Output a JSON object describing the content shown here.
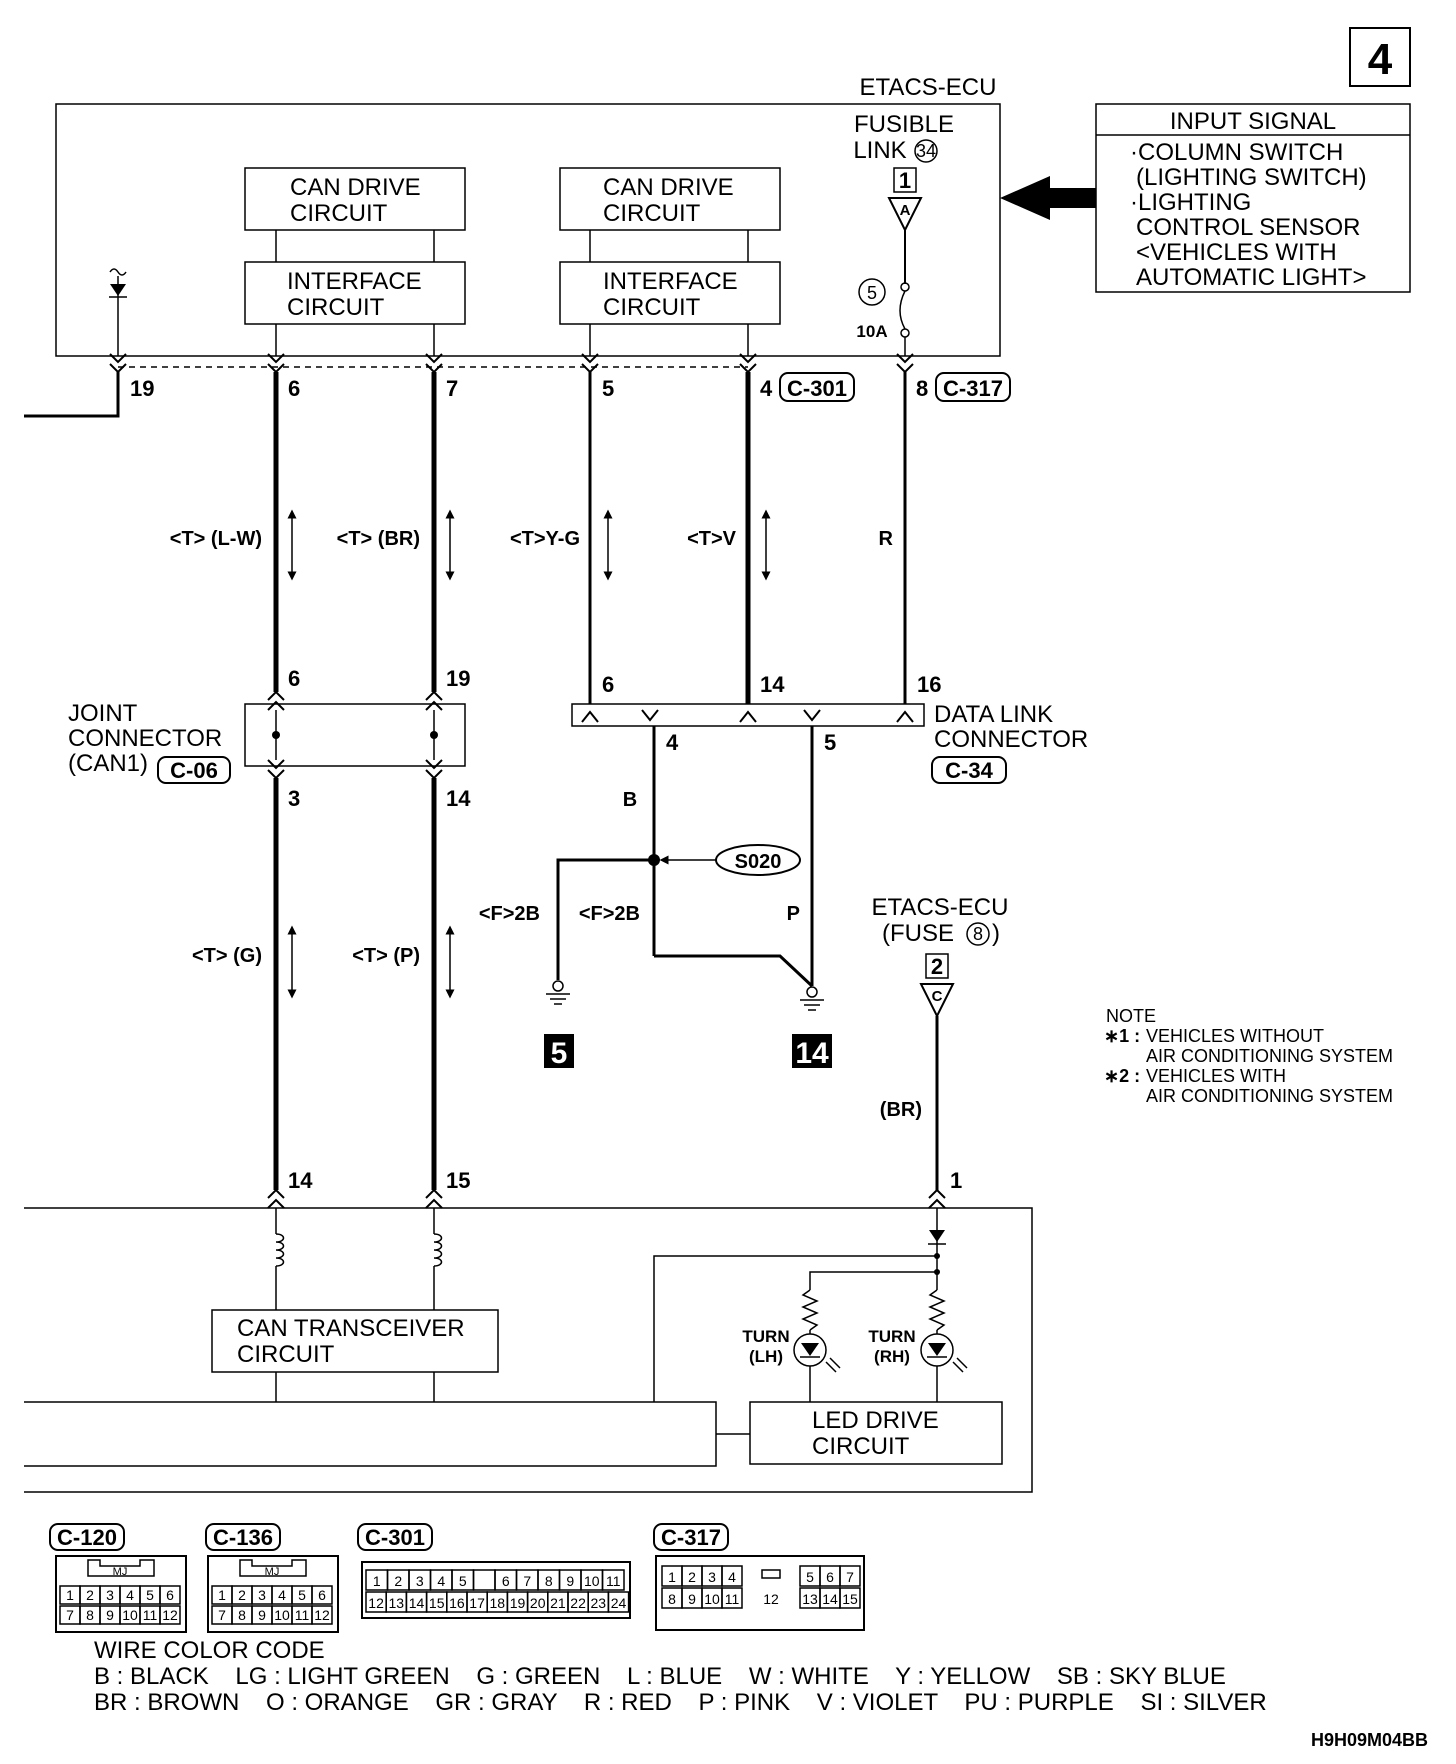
{
  "page_number": "4",
  "ecu_title": "ETACS-ECU",
  "fusible_link": {
    "line1": "FUSIBLE",
    "line2": "LINK",
    "ref": "34",
    "pin": "1",
    "conn": "A"
  },
  "fuse": {
    "number": "5",
    "rating": "10A"
  },
  "circuits": {
    "can_drive": [
      "CAN DRIVE",
      "CIRCUIT"
    ],
    "interface": [
      "INTERFACE",
      "CIRCUIT"
    ],
    "can_transceiver": [
      "CAN TRANSCEIVER",
      "CIRCUIT"
    ],
    "led_drive": [
      "LED DRIVE",
      "CIRCUIT"
    ]
  },
  "input_signal": {
    "title": "INPUT SIGNAL",
    "lines": [
      "·COLUMN SWITCH",
      "(LIGHTING SWITCH)",
      "·LIGHTING",
      "CONTROL SENSOR",
      "<VEHICLES WITH",
      "AUTOMATIC LIGHT>"
    ]
  },
  "etacs_pins": {
    "p19": "19",
    "p6": "6",
    "p7": "7",
    "p5": "5",
    "p4": "4",
    "p8": "8"
  },
  "connectors": {
    "c301": "C-301",
    "c317": "C-317",
    "c06": "C-06",
    "c34": "C-34",
    "c120": "C-120",
    "c136": "C-136"
  },
  "wire_labels": {
    "lw": "<T> (L-W)",
    "br1": "<T> (BR)",
    "yg": "<T>Y-G",
    "v": "<T>V",
    "r": "R",
    "g": "<T> (G)",
    "p1": "<T> (P)",
    "b": "B",
    "f2b_1": "<F>2B",
    "f2b_2": "<F>2B",
    "p2": "P",
    "br2": "(BR)"
  },
  "joint_connector": {
    "line1": "JOINT",
    "line2": "CONNECTOR",
    "line3": "(CAN1)",
    "pin_top_l": "6",
    "pin_top_r": "19",
    "pin_bot_l": "3",
    "pin_bot_r": "14"
  },
  "data_link": {
    "line1": "DATA LINK",
    "line2": "CONNECTOR",
    "pin6": "6",
    "pin14": "14",
    "pin16": "16",
    "pin4": "4",
    "pin5": "5"
  },
  "splice": "S020",
  "grounds": {
    "g5": "5",
    "g14": "14"
  },
  "etacs_fuse": {
    "line1": "ETACS-ECU",
    "line2": "(FUSE",
    "ref": "8",
    "close": ")",
    "pin": "2",
    "conn": "C"
  },
  "meter_pins": {
    "p14": "14",
    "p15": "15",
    "p1": "1"
  },
  "turn": {
    "lh1": "TURN",
    "lh2": "(LH)",
    "rh1": "TURN",
    "rh2": "(RH)"
  },
  "note": {
    "title": "NOTE",
    "m1": "∗1 :",
    "l1": "VEHICLES WITHOUT",
    "l1b": "AIR CONDITIONING SYSTEM",
    "m2": "∗2 :",
    "l2": "VEHICLES WITH",
    "l2b": "AIR CONDITIONING SYSTEM"
  },
  "connector_faces": {
    "mj": "MJ",
    "c120_row1": [
      "1",
      "2",
      "3",
      "4",
      "5",
      "6"
    ],
    "c120_row2": [
      "7",
      "8",
      "9",
      "10",
      "11",
      "12"
    ],
    "c301_row1": [
      "1",
      "2",
      "3",
      "4",
      "5",
      "",
      "6",
      "7",
      "8",
      "9",
      "10",
      "11"
    ],
    "c301_row2": [
      "12",
      "13",
      "14",
      "15",
      "16",
      "17",
      "18",
      "19",
      "20",
      "21",
      "22",
      "23",
      "24"
    ],
    "c317_row1a": [
      "1",
      "2",
      "3",
      "4"
    ],
    "c317_row1b": [
      "5",
      "6",
      "7"
    ],
    "c317_row2a": [
      "8",
      "9",
      "10",
      "11"
    ],
    "c317_mid": "12",
    "c317_row2b": [
      "13",
      "14",
      "15"
    ]
  },
  "wire_color_code": {
    "title": "WIRE COLOR CODE",
    "row1": "B : BLACK    LG : LIGHT GREEN    G : GREEN    L : BLUE    W : WHITE    Y : YELLOW    SB : SKY BLUE",
    "row2": "BR : BROWN    O : ORANGE    GR : GRAY    R : RED    P : PINK    V : VIOLET    PU : PURPLE    SI : SILVER"
  },
  "diagram_id": "H9H09M04BB"
}
